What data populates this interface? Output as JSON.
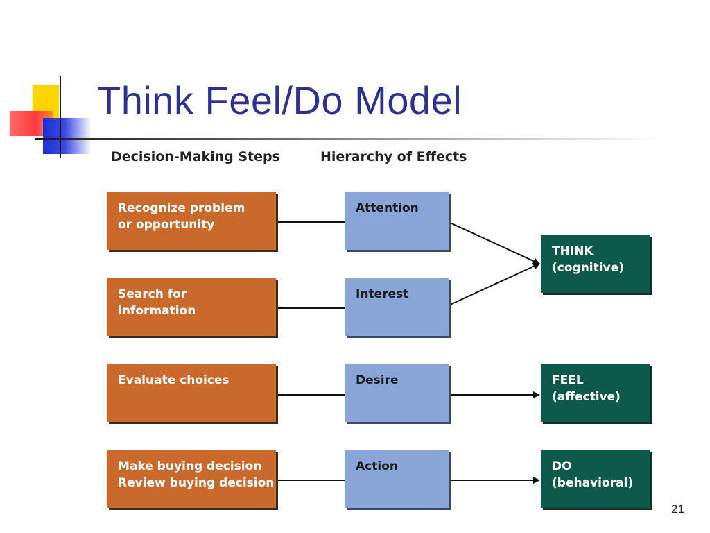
{
  "slide": {
    "title": "Think Feel/Do Model",
    "page_number": "21"
  },
  "diagram": {
    "headers": {
      "steps": "Decision-Making Steps",
      "effects": "Hierarchy of Effects"
    },
    "steps": [
      "Recognize problem\nor opportunity",
      "Search for information",
      "Evaluate choices",
      "Make buying decision\nReview buying decision"
    ],
    "effects": [
      "Attention",
      "Interest",
      "Desire",
      "Action"
    ],
    "outcomes": [
      "THINK\n(cognitive)",
      "FEEL\n(affective)",
      "DO\n(behavioral)"
    ],
    "colors": {
      "title": "#2e3192",
      "step_box": "#c96a2c",
      "effect_box": "#8aa6d9",
      "outcome_box": "#0d5a4a"
    }
  }
}
